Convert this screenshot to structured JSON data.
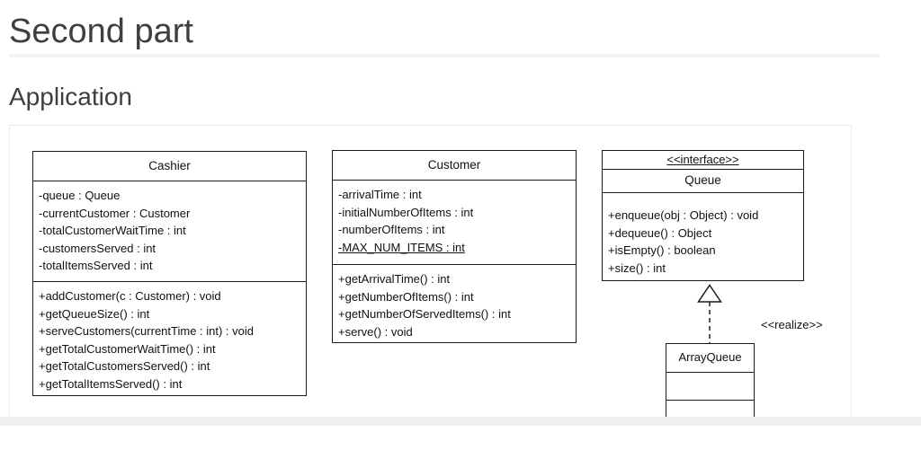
{
  "header": {
    "title": "Second part",
    "subtitle": "Application"
  },
  "uml": {
    "cashier": {
      "title": "Cashier",
      "attrs": [
        "-queue : Queue",
        "-currentCustomer : Customer",
        "-totalCustomerWaitTime : int",
        "-customersServed : int",
        "-totalItemsServed : int"
      ],
      "methods": [
        "+addCustomer(c : Customer) : void",
        "+getQueueSize() : int",
        "+serveCustomers(currentTime : int) : void",
        "+getTotalCustomerWaitTime() : int",
        "+getTotalCustomersServed() : int",
        "+getTotalItemsServed() : int"
      ]
    },
    "customer": {
      "title": "Customer",
      "attrs": [
        "-arrivalTime : int",
        "-initialNumberOfItems : int",
        "-numberOfItems : int",
        "-MAX_NUM_ITEMS : int"
      ],
      "methods": [
        "+getArrivalTime() : int",
        "+getNumberOfItems() : int",
        "+getNumberOfServedItems() : int",
        "+serve() : void"
      ]
    },
    "queue": {
      "stereotype": "<<interface>>",
      "title": "Queue",
      "methods": [
        "+enqueue(obj : Object) : void",
        "+dequeue() : Object",
        "+isEmpty() : boolean",
        "+size() : int"
      ]
    },
    "arrayqueue": {
      "title": "ArrayQueue"
    },
    "realize_label": "<<realize>>",
    "relationship": "ArrayQueue realizes Queue"
  },
  "colors": {
    "heading_text": "#3c4043",
    "uml_line": "#1b1b1b",
    "card_border": "#ebebeb",
    "title_rule": "#f4f4f4",
    "bottom_band": "#efefef"
  }
}
